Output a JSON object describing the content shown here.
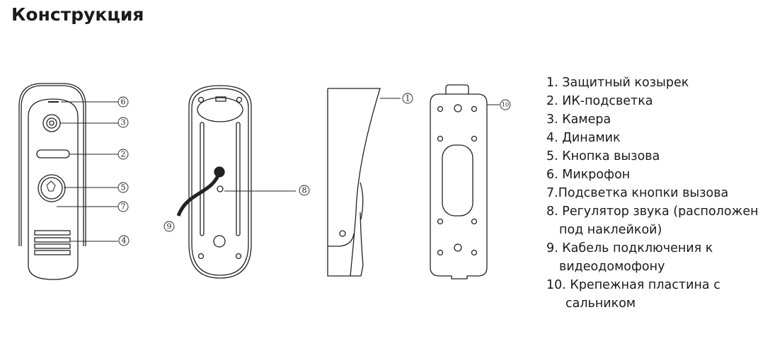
{
  "title": "Конструкция",
  "callouts": [
    "1",
    "2",
    "3",
    "4",
    "5",
    "6",
    "7",
    "8",
    "9",
    "10"
  ],
  "legend": [
    {
      "lines": [
        "1. Защитный козырек"
      ]
    },
    {
      "lines": [
        "2. ИК-подсветка"
      ]
    },
    {
      "lines": [
        "3. Камера"
      ]
    },
    {
      "lines": [
        "4. Динамик"
      ]
    },
    {
      "lines": [
        "5. Кнопка вызова"
      ]
    },
    {
      "lines": [
        "6. Микрофон"
      ]
    },
    {
      "lines": [
        "7.Подсветка кнопки вызова"
      ]
    },
    {
      "lines": [
        "8. Регулятор звука (расположен",
        "под наклейкой)"
      ]
    },
    {
      "lines": [
        "9. Кабель подключения к",
        "видеодомофону"
      ]
    },
    {
      "lines": [
        "10. Крепежная пластина с",
        "сальником"
      ]
    }
  ]
}
